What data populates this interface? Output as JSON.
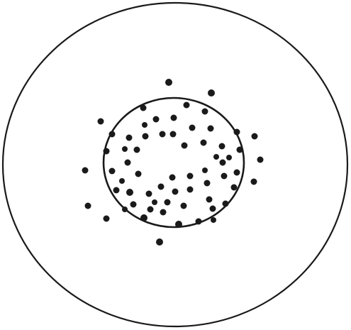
{
  "figure": {
    "description_type": "schematic",
    "shapes": [
      "outer-circle",
      "inner-circle"
    ],
    "particle_count": 65,
    "ink_color": "#1a1a1a",
    "background_color": "#ffffff"
  }
}
